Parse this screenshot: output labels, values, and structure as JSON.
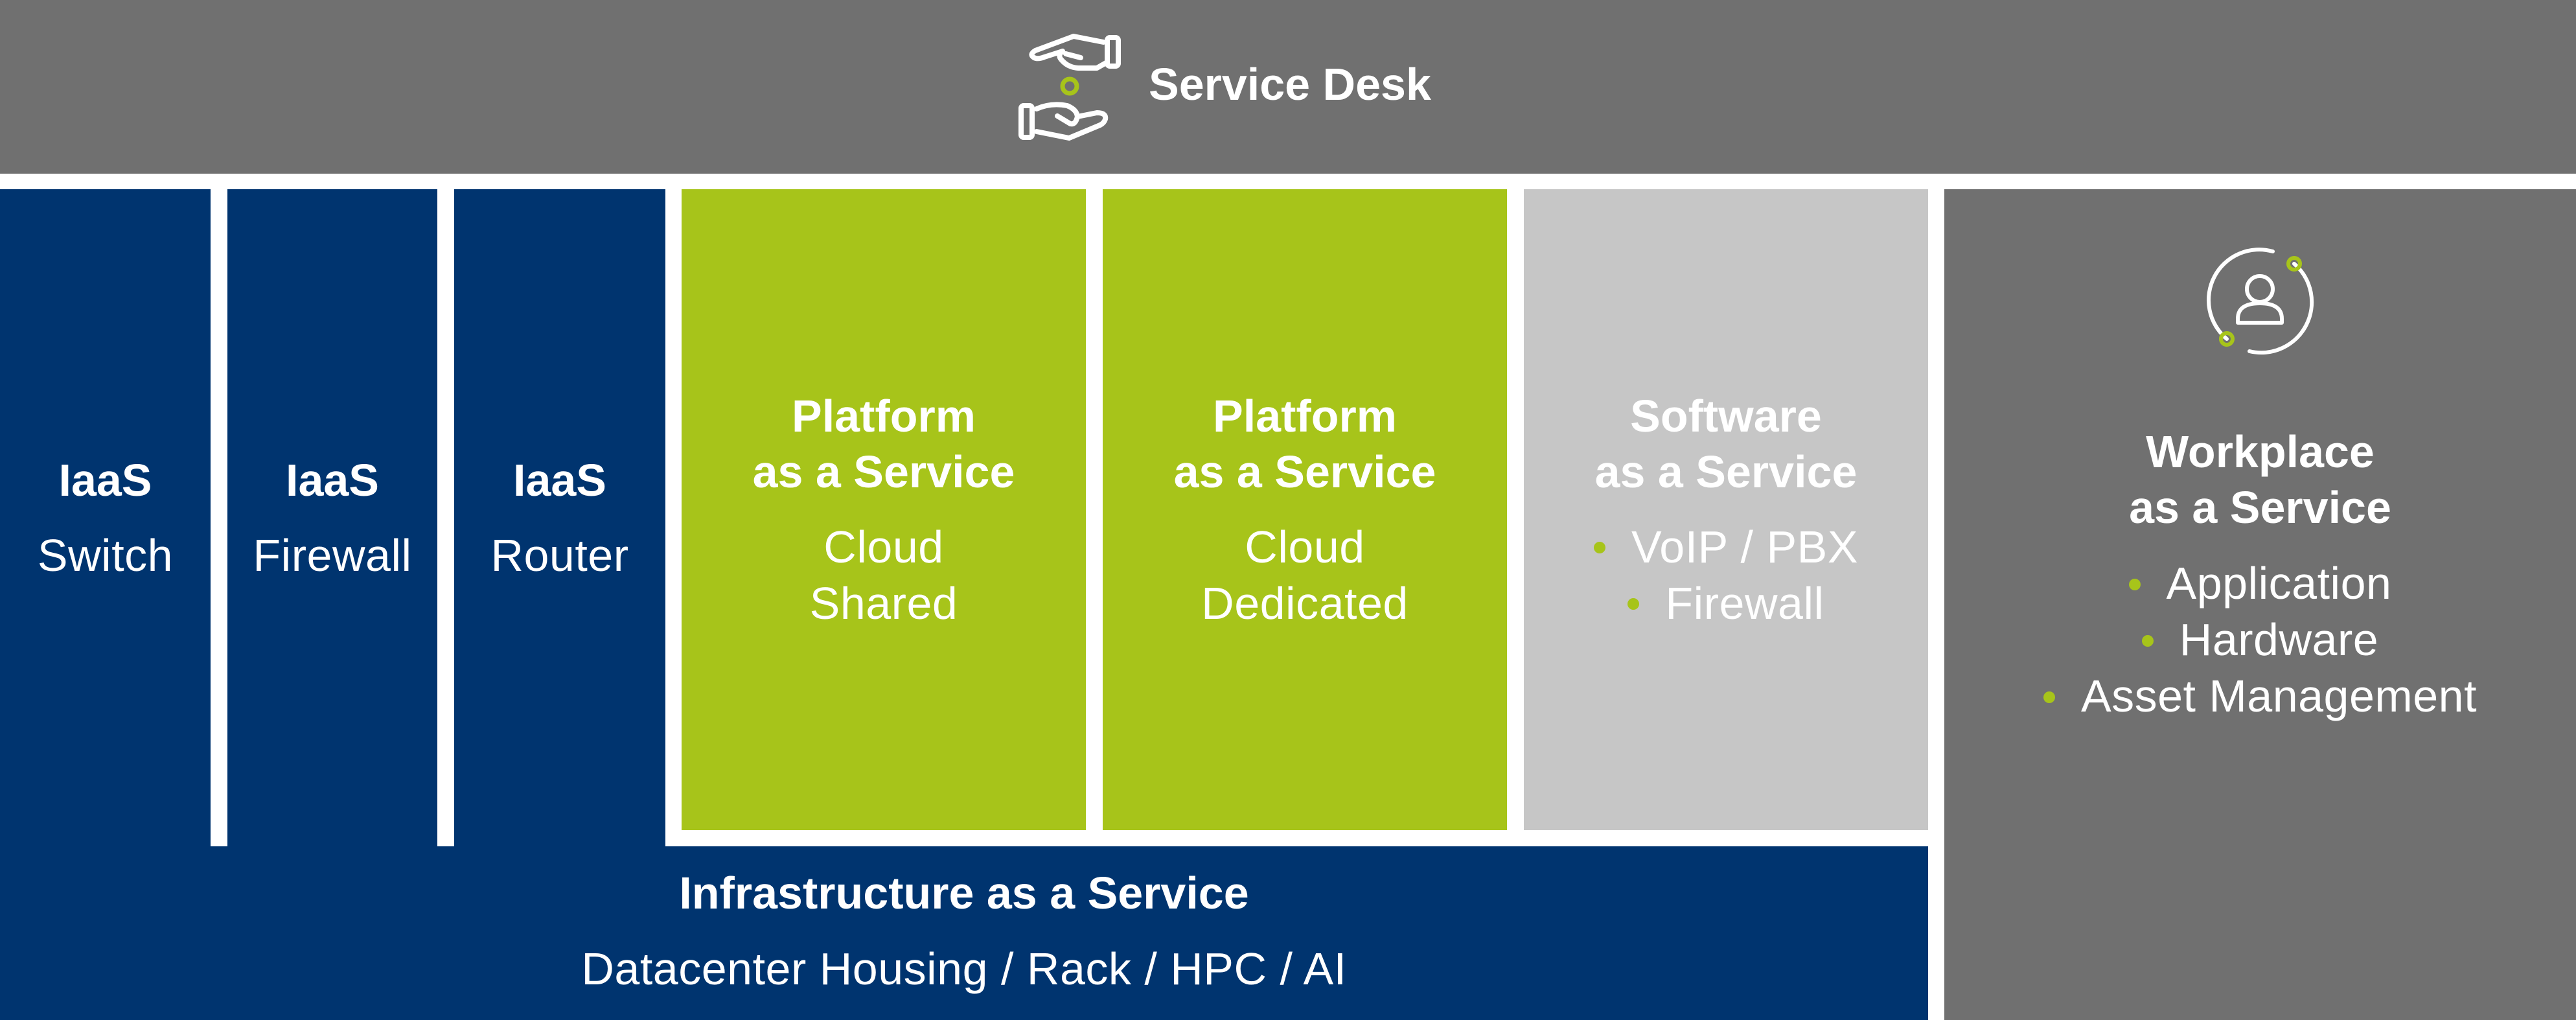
{
  "colors": {
    "blue": "#00346f",
    "green": "#a7c41a",
    "light_gray": "#c6c6c6",
    "dark_gray": "#707070"
  },
  "header": {
    "title": "Service Desk",
    "icon": "hands-service-icon"
  },
  "iaas_columns": [
    {
      "title": "IaaS",
      "subtitle": "Switch"
    },
    {
      "title": "IaaS",
      "subtitle": "Firewall"
    },
    {
      "title": "IaaS",
      "subtitle": "Router"
    }
  ],
  "platform_columns": [
    {
      "title_lines": [
        "Platform",
        "as a Service"
      ],
      "body_lines": [
        "Cloud",
        "Shared"
      ]
    },
    {
      "title_lines": [
        "Platform",
        "as a Service"
      ],
      "body_lines": [
        "Cloud",
        "Dedicated"
      ]
    }
  ],
  "software_column": {
    "title_lines": [
      "Software",
      "as a Service"
    ],
    "bullets": [
      "VoIP / PBX",
      "Firewall"
    ]
  },
  "infrastructure_band": {
    "title": "Infrastructure as a Service",
    "subtitle": "Datacenter Housing / Rack / HPC / AI"
  },
  "workplace_column": {
    "icon": "user-cycle-icon",
    "title_lines": [
      "Workplace",
      "as a Service"
    ],
    "bullets": [
      "Application",
      "Hardware",
      "Asset Management"
    ]
  }
}
